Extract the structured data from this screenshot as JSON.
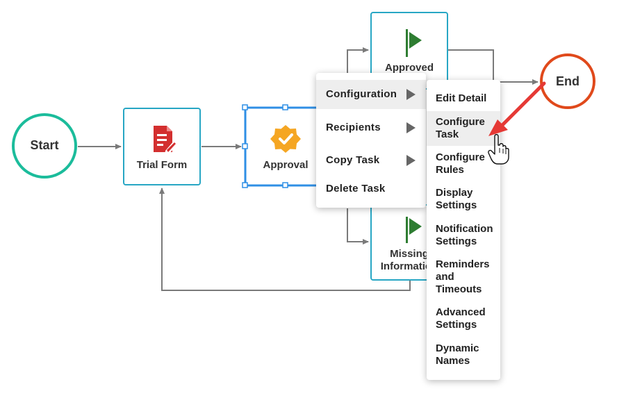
{
  "nodes": {
    "start": "Start",
    "trial_form": "Trial Form",
    "approval": "Approval",
    "approved": "Approved",
    "missing_information": "Missing Information",
    "end": "End"
  },
  "icons": {
    "trial_form": "document-edit-icon",
    "approval": "badge-check-icon",
    "approved": "flag-icon",
    "missing_information": "flag-icon",
    "cursor": "hand-pointer-icon",
    "annotation": "red-arrow"
  },
  "colors": {
    "teal": "#1BBC9B",
    "node_border": "#27A6C4",
    "selected_border": "#2F8FE5",
    "end_border": "#E0491B",
    "form_icon": "#D32F2F",
    "badge": "#F5A623",
    "flag": "#2E7D32",
    "annotation_arrow": "#E53935"
  },
  "context_menu": {
    "items": [
      "Configuration",
      "Recipients",
      "Copy Task",
      "Delete Task"
    ]
  },
  "submenu": {
    "items": [
      "Edit Detail",
      "Configure Task",
      "Configure Rules",
      "Display Settings",
      "Notification Settings",
      "Reminders and Timeouts",
      "Advanced Settings",
      "Dynamic Names"
    ]
  }
}
